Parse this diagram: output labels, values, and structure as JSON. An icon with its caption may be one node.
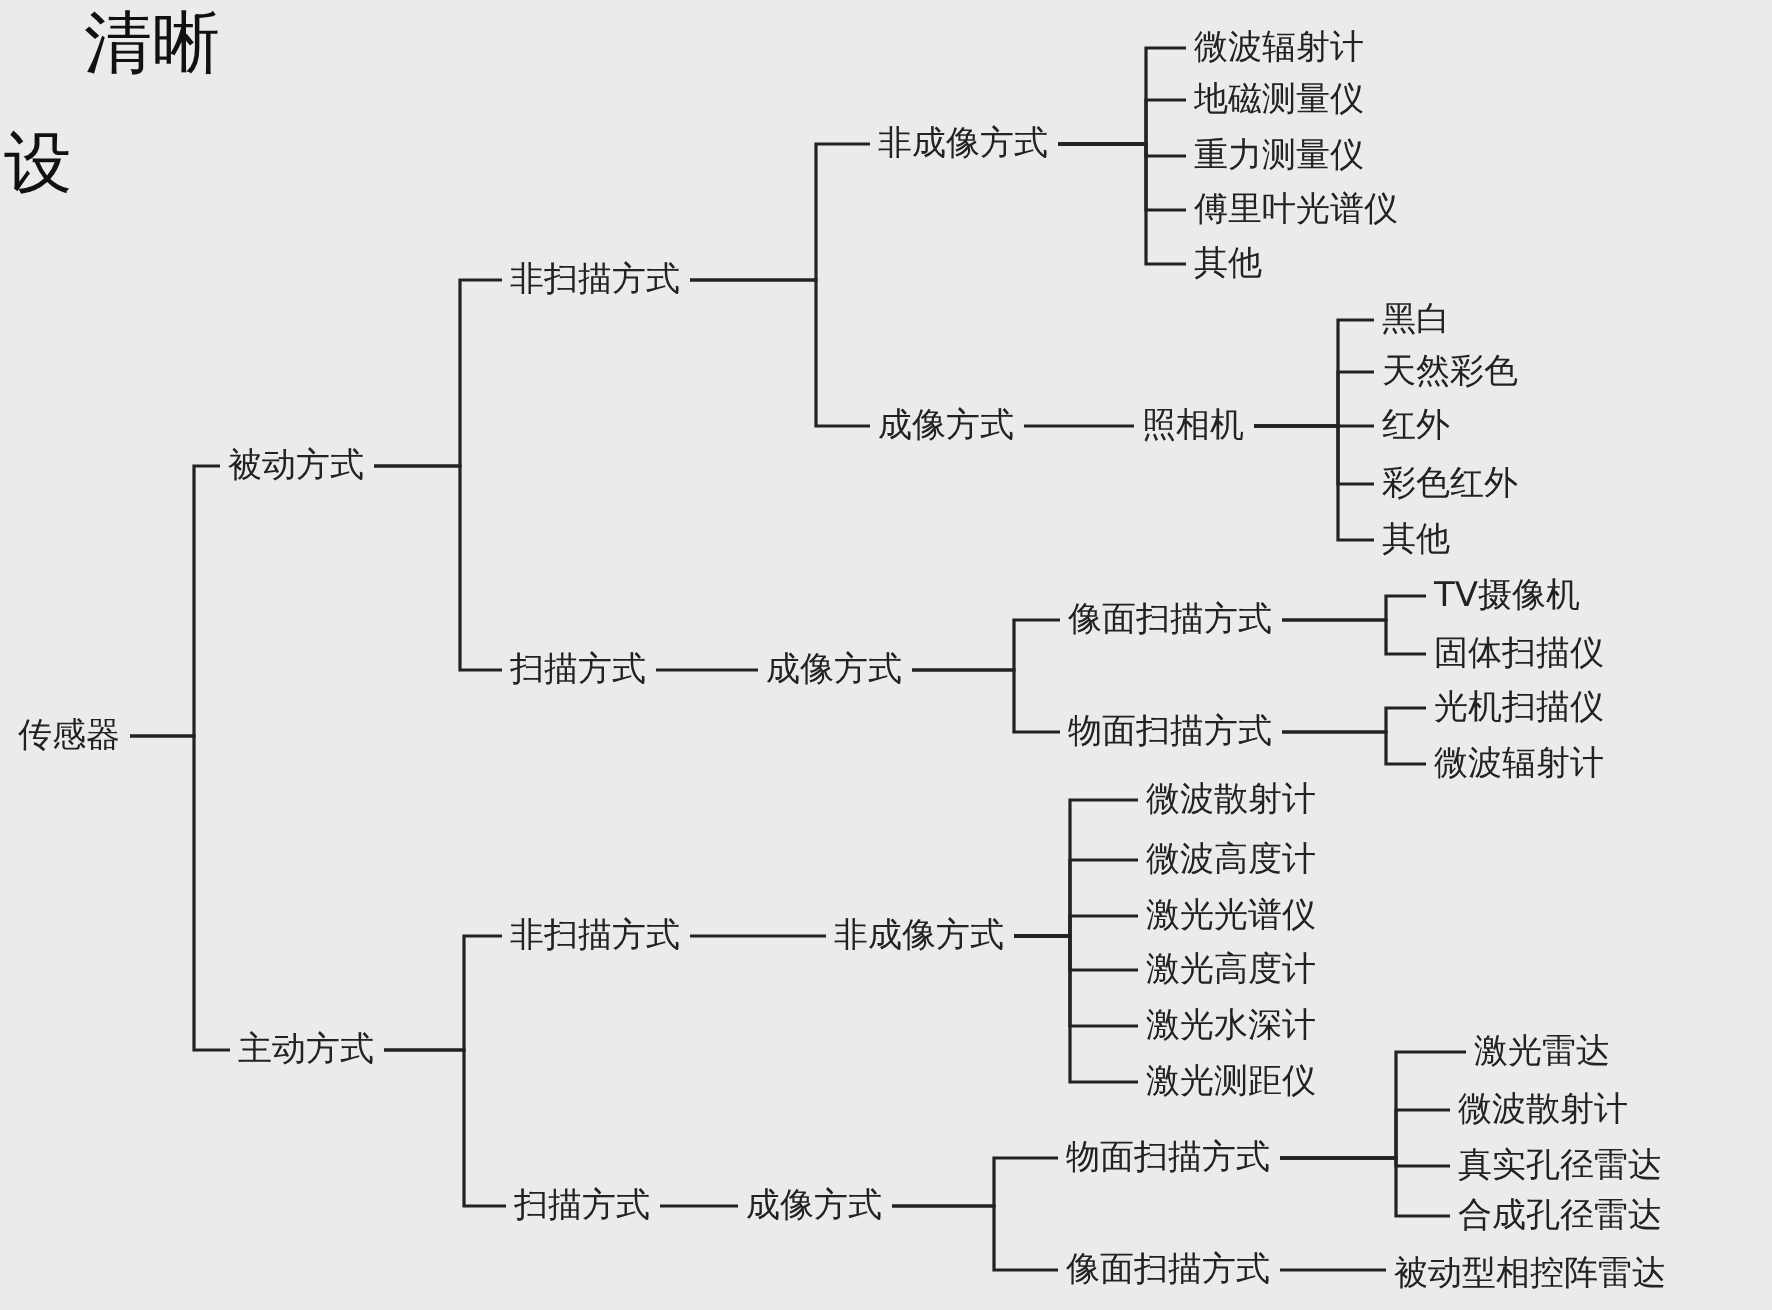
{
  "diagram": {
    "nodes": [
      {
        "text": [
          "传感器"
        ]
      },
      {
        "text": [
          "被动方式"
        ]
      },
      {
        "text": [
          "主动方式"
        ]
      },
      {
        "text": [
          "非扫描方式"
        ]
      },
      {
        "text": [
          "扫描方式"
        ]
      },
      {
        "text": [
          "成像方式"
        ]
      },
      {
        "text": [
          "非成像方式"
        ]
      },
      {
        "text": [
          "成像方式"
        ]
      },
      {
        "text": [
          "照相机"
        ]
      },
      {
        "text": [
          "微波辐射计"
        ]
      },
      {
        "text": [
          "地磁测量仪"
        ]
      },
      {
        "text": [
          "重力测量仪"
        ]
      },
      {
        "text": [
          "傅里叶光谱仪"
        ]
      },
      {
        "text": [
          "其他"
        ]
      },
      {
        "text": [
          "黑白"
        ]
      },
      {
        "text": [
          "天然彩色"
        ]
      },
      {
        "text": [
          "红外"
        ]
      },
      {
        "text": [
          "彩色红外"
        ]
      },
      {
        "text": [
          "其他"
        ]
      },
      {
        "text": [
          "像面扫描方式"
        ]
      },
      {
        "text": [
          "物面扫描方式"
        ]
      },
      {
        "text": [
          "TV摄像机"
        ]
      },
      {
        "text": [
          "固体扫描仪"
        ]
      },
      {
        "text": [
          "光机扫描仪"
        ]
      },
      {
        "text": [
          "微波辐射计"
        ]
      },
      {
        "text": [
          "非扫描方式"
        ]
      },
      {
        "text": [
          "非成像方式"
        ]
      },
      {
        "text": [
          "微波散射计"
        ]
      },
      {
        "text": [
          "微波高度计"
        ]
      },
      {
        "text": [
          "激光光谱仪"
        ]
      },
      {
        "text": [
          "激光高度计"
        ]
      },
      {
        "text": [
          "激光水深计"
        ]
      },
      {
        "text": [
          "激光测距仪"
        ]
      },
      {
        "text": [
          "扫描方式"
        ]
      },
      {
        "text": [
          "成像方式"
        ]
      },
      {
        "text": [
          "物面扫描方式"
        ]
      },
      {
        "text": [
          "像面扫描方式"
        ]
      },
      {
        "text": [
          "激光雷达"
        ]
      },
      {
        "text": [
          "微波散射计"
        ]
      },
      {
        "text": [
          "真实孔径雷达"
        ]
      },
      {
        "text": [
          "合成孔径雷达"
        ]
      },
      {
        "text": [
          "被动型相控阵雷达"
        ]
      }
    ],
    "edges": [
      {
        "from": 0,
        "to": 1,
        "arrow": "none"
      },
      {
        "from": 0,
        "to": 2,
        "arrow": "none"
      },
      {
        "from": 1,
        "to": 3,
        "arrow": "none"
      },
      {
        "from": 1,
        "to": 4,
        "arrow": "none"
      },
      {
        "from": 4,
        "to": 5,
        "arrow": "none"
      },
      {
        "from": 3,
        "to": 6,
        "arrow": "none"
      },
      {
        "from": 3,
        "to": 7,
        "arrow": "none"
      },
      {
        "from": 7,
        "to": 8,
        "arrow": "none"
      },
      {
        "from": 6,
        "to": 9,
        "arrow": "none"
      },
      {
        "from": 6,
        "to": 10,
        "arrow": "none"
      },
      {
        "from": 6,
        "to": 11,
        "arrow": "none"
      },
      {
        "from": 6,
        "to": 12,
        "arrow": "none"
      },
      {
        "from": 6,
        "to": 13,
        "arrow": "none"
      },
      {
        "from": 8,
        "to": 14,
        "arrow": "none"
      },
      {
        "from": 8,
        "to": 15,
        "arrow": "none"
      },
      {
        "from": 8,
        "to": 16,
        "arrow": "none"
      },
      {
        "from": 8,
        "to": 17,
        "arrow": "none"
      },
      {
        "from": 8,
        "to": 18,
        "arrow": "none"
      },
      {
        "from": 5,
        "to": 19,
        "arrow": "none"
      },
      {
        "from": 5,
        "to": 20,
        "arrow": "none"
      },
      {
        "from": 19,
        "to": 21,
        "arrow": "none"
      },
      {
        "from": 19,
        "to": 22,
        "arrow": "none"
      },
      {
        "from": 20,
        "to": 23,
        "arrow": "none"
      },
      {
        "from": 20,
        "to": 24,
        "arrow": "none"
      },
      {
        "from": 2,
        "to": 25,
        "arrow": "none"
      },
      {
        "from": 2,
        "to": 33,
        "arrow": "none"
      },
      {
        "from": 25,
        "to": 26,
        "arrow": "none"
      },
      {
        "from": 26,
        "to": 27,
        "arrow": "none"
      },
      {
        "from": 26,
        "to": 28,
        "arrow": "none"
      },
      {
        "from": 26,
        "to": 29,
        "arrow": "none"
      },
      {
        "from": 26,
        "to": 30,
        "arrow": "none"
      },
      {
        "from": 26,
        "to": 31,
        "arrow": "none"
      },
      {
        "from": 26,
        "to": 32,
        "arrow": "none"
      },
      {
        "from": 33,
        "to": 34,
        "arrow": "none"
      },
      {
        "from": 34,
        "to": 35,
        "arrow": "none"
      },
      {
        "from": 34,
        "to": 36,
        "arrow": "none"
      },
      {
        "from": 35,
        "to": 37,
        "arrow": "none"
      },
      {
        "from": 35,
        "to": 38,
        "arrow": "none"
      },
      {
        "from": 35,
        "to": 39,
        "arrow": "none"
      },
      {
        "from": 35,
        "to": 40,
        "arrow": "none"
      },
      {
        "from": 36,
        "to": 41,
        "arrow": "none"
      }
    ],
    "labels": [
      "清晰",
      "设"
    ]
  }
}
